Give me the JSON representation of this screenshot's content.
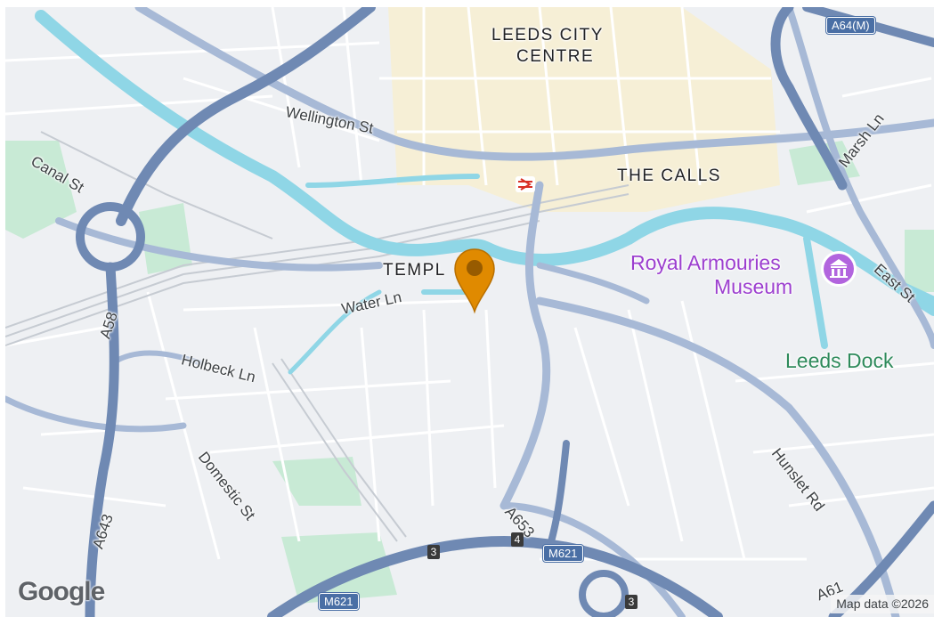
{
  "map": {
    "areas": {
      "leeds_city_centre_line1": "LEEDS CITY",
      "leeds_city_centre_line2": "CENTRE",
      "the_calls": "THE CALLS",
      "temple": "TEMPL"
    },
    "streets": {
      "wellington_st": "Wellington St",
      "canal_st": "Canal St",
      "water_ln": "Water Ln",
      "holbeck_ln": "Holbeck Ln",
      "domestic_st": "Domestic St",
      "hunslet_rd": "Hunslet Rd",
      "marsh_ln": "Marsh Ln",
      "east_st": "East St",
      "a58": "A58",
      "a643": "A643",
      "a653": "A653",
      "a61": "A61"
    },
    "pois": {
      "royal_armouries_line1": "Royal Armouries",
      "royal_armouries_line2": "Museum",
      "leeds_dock": "Leeds Dock"
    },
    "shields": {
      "a64m": "A64(M)",
      "m621_mid": "M621",
      "m621_bottom": "M621"
    },
    "junctions": {
      "j3_left": "3",
      "j4": "4",
      "j3_bottom": "3"
    },
    "logo": "Google",
    "attribution": "Map data ©2026"
  },
  "colors": {
    "background": "#eef0f3",
    "city_centre": "#f6efd6",
    "river": "#8fd6e6",
    "motorway": "#6f89b3",
    "primary_road": "#a7b9d6",
    "minor_road": "#ffffff",
    "park": "#c8ead5",
    "marker": "#e08a00",
    "poi_purple": "#9c3fcf",
    "poi_green": "#2e8a5b"
  },
  "icons": {
    "marker": "map-pin-icon",
    "rail": "railway-station-icon",
    "museum": "museum-icon"
  }
}
